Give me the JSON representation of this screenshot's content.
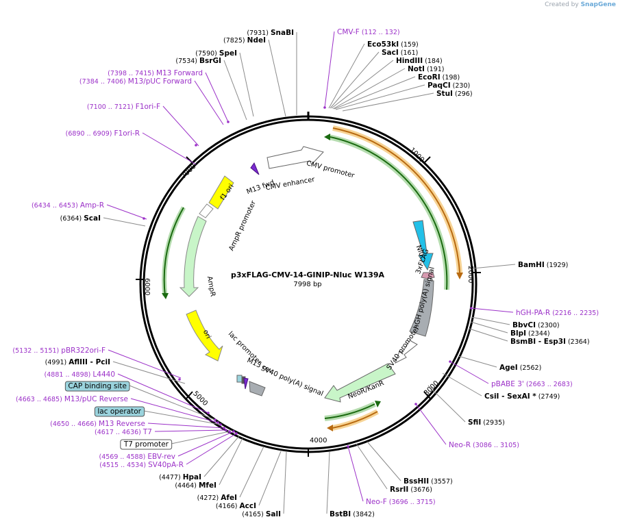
{
  "credit": {
    "prefix": "Created by",
    "brand": "SnapGene"
  },
  "plasmid": {
    "name": "p3xFLAG-CMV-14-GINIP-Nluc W139A",
    "size": "7998 bp"
  },
  "ticks": [
    "1000",
    "2000",
    "3000",
    "4000",
    "5000",
    "6000",
    "7000"
  ],
  "features": {
    "nluc": "Nluc",
    "flag": "3xFLAG",
    "hgh": "hGH poly(A) signal",
    "sv40prom": "SV40 promoter",
    "neor": "NeoR/KanR",
    "svpa": "SV40 poly(A) signal",
    "m13rev": "M13 rev",
    "lacprom": "lac promoter",
    "ori": "ori",
    "ampr": "AmpR",
    "amprprom": "AmpR promoter",
    "f1ori": "f1 ori",
    "m13fwd": "M13 fwd",
    "cmvenh": "CMV enhancer",
    "cmvprom": "CMV promoter"
  },
  "labels": [
    {
      "name": "SnaBI",
      "pos": "(7931)",
      "kind": "enzyme"
    },
    {
      "name": "NdeI",
      "pos": "(7825)",
      "kind": "enzyme"
    },
    {
      "name": "SpeI",
      "pos": "(7590)",
      "kind": "enzyme"
    },
    {
      "name": "BsrGI",
      "pos": "(7534)",
      "kind": "enzyme"
    },
    {
      "name": "M13 Forward",
      "pos": "(7398 .. 7415)",
      "kind": "primer"
    },
    {
      "name": "M13/pUC Forward",
      "pos": "(7384 .. 7406)",
      "kind": "primer"
    },
    {
      "name": "F1ori-F",
      "pos": "(7100 .. 7121)",
      "kind": "primer"
    },
    {
      "name": "F1ori-R",
      "pos": "(6890 .. 6909)",
      "kind": "primer"
    },
    {
      "name": "Amp-R",
      "pos": "(6434 .. 6453)",
      "kind": "primer"
    },
    {
      "name": "ScaI",
      "pos": "(6364)",
      "kind": "enzyme"
    },
    {
      "name": "CMV-F",
      "pos": "(112 .. 132)",
      "kind": "primer"
    },
    {
      "name": "Eco53kI",
      "pos": "(159)",
      "kind": "enzyme"
    },
    {
      "name": "SacI",
      "pos": "(161)",
      "kind": "enzyme"
    },
    {
      "name": "HindIII",
      "pos": "(184)",
      "kind": "enzyme"
    },
    {
      "name": "NotI",
      "pos": "(191)",
      "kind": "enzyme"
    },
    {
      "name": "EcoRI",
      "pos": "(198)",
      "kind": "enzyme"
    },
    {
      "name": "PaqCI",
      "pos": "(230)",
      "kind": "enzyme"
    },
    {
      "name": "StuI",
      "pos": "(296)",
      "kind": "enzyme"
    },
    {
      "name": "BamHI",
      "pos": "(1929)",
      "kind": "enzyme"
    },
    {
      "name": "hGH-PA-R",
      "pos": "(2216 .. 2235)",
      "kind": "primer"
    },
    {
      "name": "BbvCI",
      "pos": "(2300)",
      "kind": "enzyme"
    },
    {
      "name": "BlpI",
      "pos": "(2344)",
      "kind": "enzyme"
    },
    {
      "name": "BsmBI - Esp3I",
      "pos": "(2364)",
      "kind": "enzyme"
    },
    {
      "name": "AgeI",
      "pos": "(2562)",
      "kind": "enzyme"
    },
    {
      "name": "pBABE 3'",
      "pos": "(2663 .. 2683)",
      "kind": "primer"
    },
    {
      "name": "CsiI - SexAI *",
      "pos": "(2749)",
      "kind": "enzyme"
    },
    {
      "name": "SfiI",
      "pos": "(2935)",
      "kind": "enzyme"
    },
    {
      "name": "Neo-R",
      "pos": "(3086 .. 3105)",
      "kind": "primer"
    },
    {
      "name": "BssHII",
      "pos": "(3557)",
      "kind": "enzyme"
    },
    {
      "name": "RsrII",
      "pos": "(3676)",
      "kind": "enzyme"
    },
    {
      "name": "Neo-F",
      "pos": "(3696 .. 3715)",
      "kind": "primer"
    },
    {
      "name": "BstBI",
      "pos": "(3842)",
      "kind": "enzyme"
    },
    {
      "name": "SalI",
      "pos": "(4165)",
      "kind": "enzyme"
    },
    {
      "name": "AccI",
      "pos": "(4166)",
      "kind": "enzyme"
    },
    {
      "name": "AfeI",
      "pos": "(4272)",
      "kind": "enzyme"
    },
    {
      "name": "MfeI",
      "pos": "(4464)",
      "kind": "enzyme"
    },
    {
      "name": "HpaI",
      "pos": "(4477)",
      "kind": "enzyme"
    },
    {
      "name": "SV40pA-R",
      "pos": "(4515 .. 4534)",
      "kind": "primer"
    },
    {
      "name": "EBV-rev",
      "pos": "(4569 .. 4588)",
      "kind": "primer"
    },
    {
      "name": "T7 promoter",
      "pos": "",
      "kind": "box-white"
    },
    {
      "name": "T7",
      "pos": "(4617 .. 4636)",
      "kind": "primer"
    },
    {
      "name": "M13 Reverse",
      "pos": "(4650 .. 4666)",
      "kind": "primer"
    },
    {
      "name": "lac operator",
      "pos": "",
      "kind": "box-teal"
    },
    {
      "name": "M13/pUC Reverse",
      "pos": "(4663 .. 4685)",
      "kind": "primer"
    },
    {
      "name": "CAP binding site",
      "pos": "",
      "kind": "box-teal"
    },
    {
      "name": "L4440",
      "pos": "(4881 .. 4898)",
      "kind": "primer"
    },
    {
      "name": "AflIII - PciI",
      "pos": "(4991)",
      "kind": "enzyme"
    },
    {
      "name": "pBR322ori-F",
      "pos": "(5132 .. 5151)",
      "kind": "primer"
    }
  ],
  "colors": {
    "primer": "#9b30c8",
    "enzyme": "#000000",
    "line": "#8a8a8a",
    "orange": "#f0b040",
    "green": "#2a9a1a",
    "nluc": "#22c0e8",
    "flag": "#d89ab0",
    "gray": "#a8adb2",
    "yellow": "#ffff00",
    "lightgreen": "#c8f5c8",
    "teal": "#9ad3dd"
  }
}
